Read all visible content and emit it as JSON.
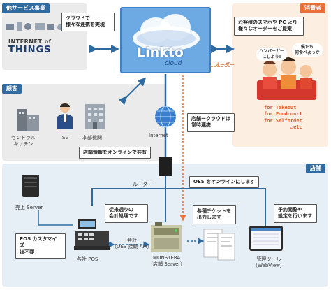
{
  "sections": {
    "other_services": "他サービス事業",
    "consumers": "消費者",
    "customers": "顧客",
    "stores": "店舗"
  },
  "iot": {
    "line1": "INTERNET of",
    "line2": "THINGS"
  },
  "callouts": {
    "cloud_integration": [
      "クラウドで",
      "様々な連携を実現"
    ],
    "consumer_orders": [
      "お客様のスマホや PC より",
      "様々なオーダーをご提案"
    ],
    "store_cloud": [
      "店舗ークラウドは",
      "常時連携"
    ],
    "share_store_info": "店舗情報をオンラインで共有",
    "oes_online": "OES をオンラインにします",
    "pos_custom": [
      "POS カスタマイズ",
      "は不要"
    ],
    "conventional_accounting": [
      "従来通りの",
      "会計処理です"
    ],
    "print_tickets": [
      "各種チケットを",
      "出力します"
    ],
    "reservations": [
      "予約閲覧や",
      "設定を行います"
    ]
  },
  "brand": {
    "name": "Linkto",
    "sub": "cloud"
  },
  "labels": {
    "order": "オーダー",
    "internet": "Internet",
    "router": "ルーター",
    "central_kitchen": [
      "セントラル",
      "キッチン"
    ],
    "sv": "SV",
    "hq": "本部機関",
    "sales_server": "売上 Server",
    "each_pos": "各社 POS",
    "monstera": [
      "MONSTERA",
      "（店舗 Server）"
    ],
    "mgmt_tool": [
      "管理ツール",
      "（WebView）"
    ],
    "accounting_api": [
      "会計",
      "（OES 接続 API）"
    ]
  },
  "bubbles": {
    "b1": [
      "ハンバーガー",
      "にしよう!"
    ],
    "b2": [
      "僕たち",
      "何食べよっか"
    ]
  },
  "order_types": [
    "for Takeout",
    "for Foodcourt",
    "for Selforder",
    "…etc"
  ],
  "colors": {
    "accent_blue": "#2f6aa0",
    "accent_orange": "#e8703a",
    "arrow_blue": "#2f6aa0",
    "dashed_orange": "#e8703a"
  }
}
